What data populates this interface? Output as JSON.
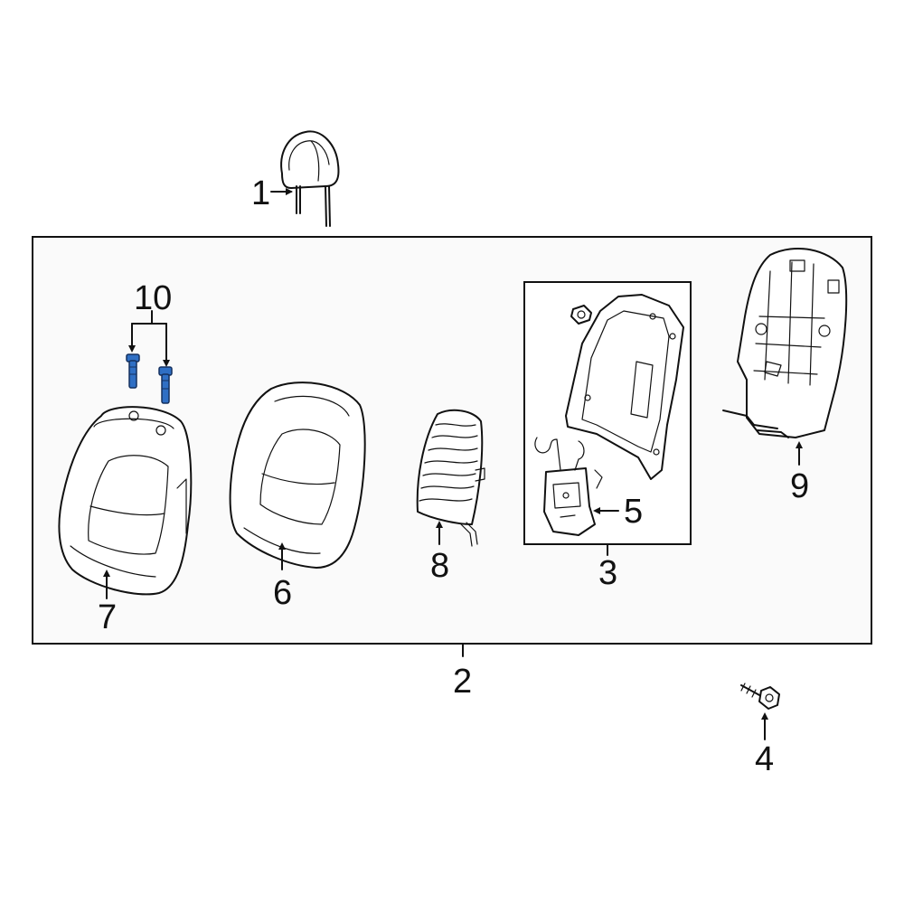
{
  "callouts": {
    "c1": "1",
    "c2": "2",
    "c3": "3",
    "c4": "4",
    "c5": "5",
    "c6": "6",
    "c7": "7",
    "c8": "8",
    "c9": "9",
    "c10": "10"
  },
  "colors": {
    "highlight_parts": "#2f6fc4",
    "panel_fill": "#fafafa",
    "line": "#111111"
  },
  "icons": [
    "headrest",
    "seat-back-cover",
    "seat-back-pad",
    "lumbar-support",
    "seat-back-frame",
    "lumbar-bracket",
    "seat-back-panel",
    "guide-bolt",
    "flange-bolt",
    "plastic-nut"
  ]
}
